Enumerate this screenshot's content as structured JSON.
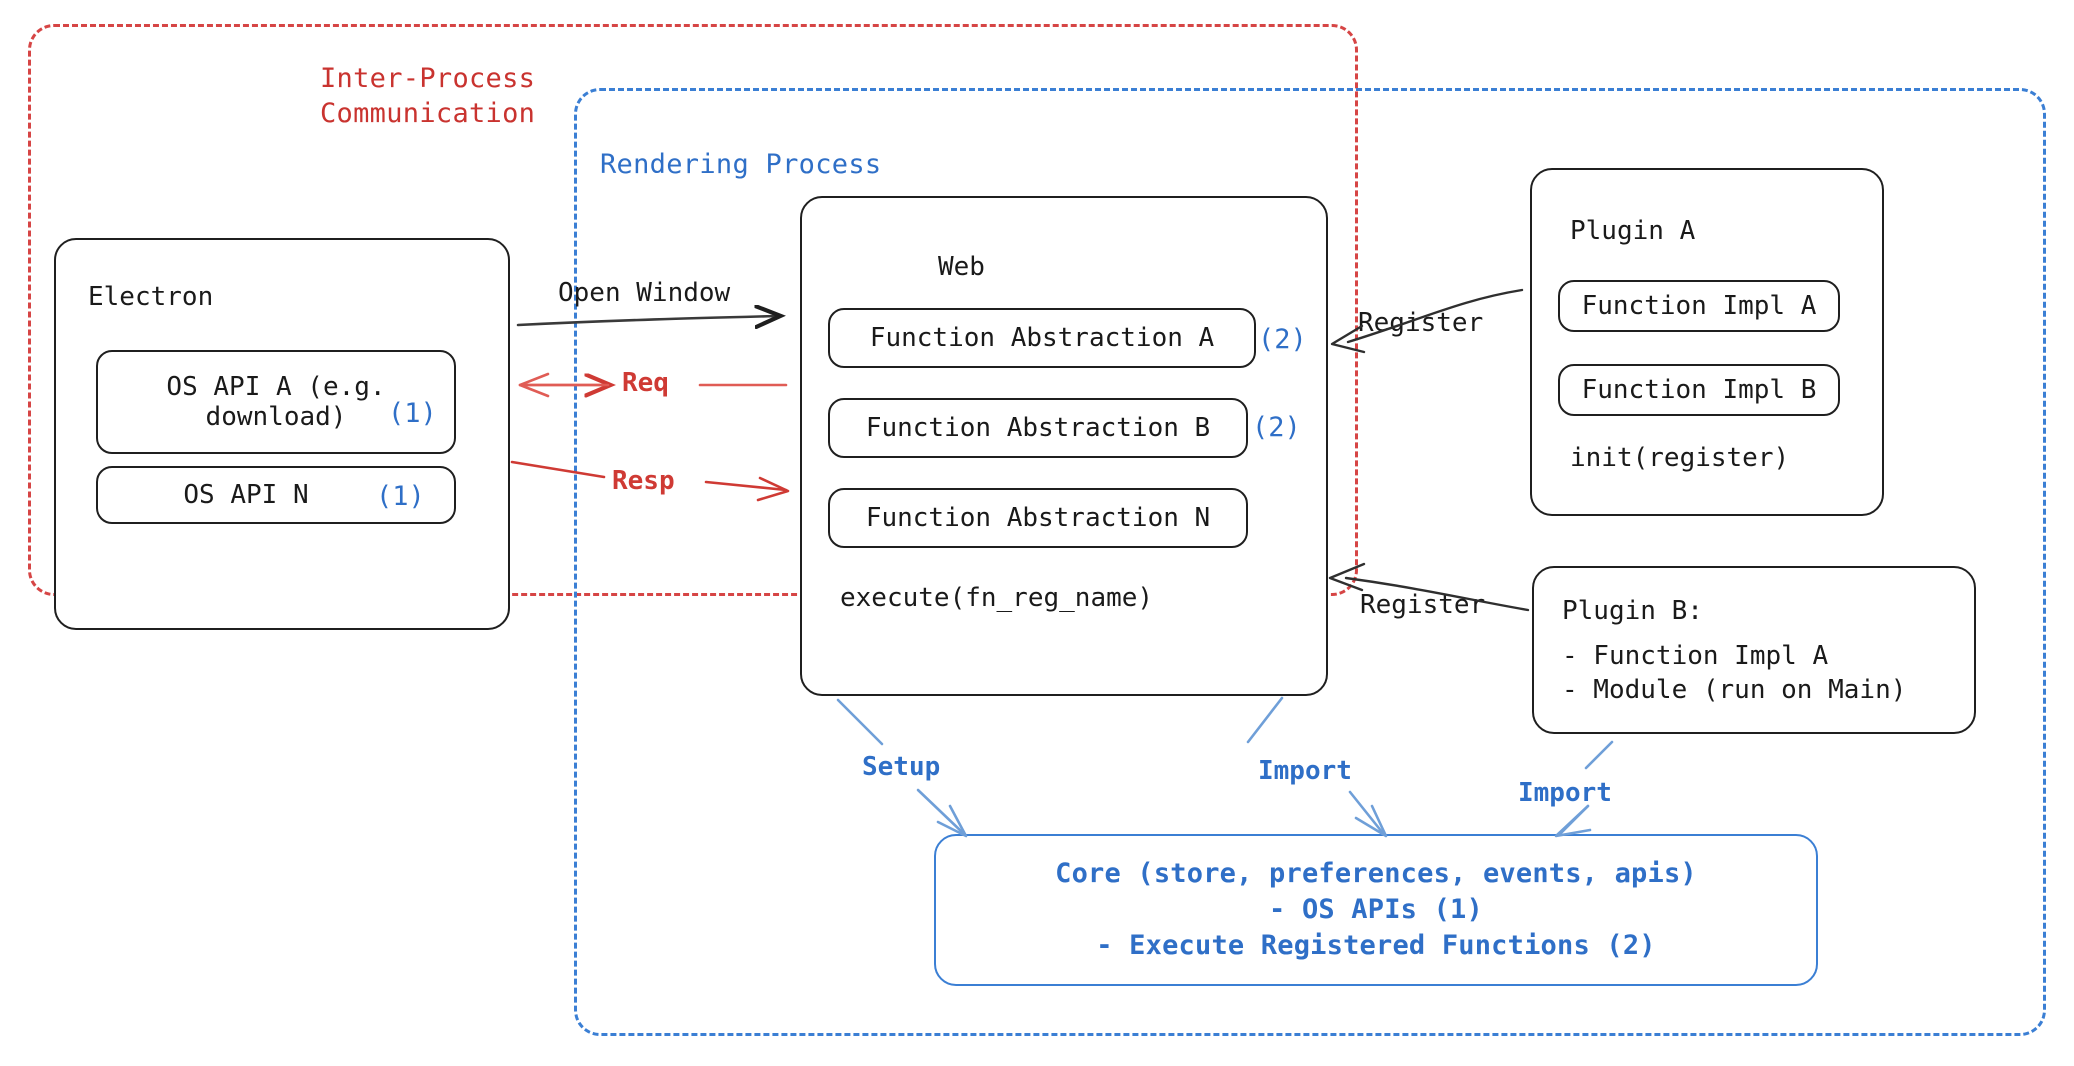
{
  "diagram": {
    "title": "Electron plugin architecture",
    "background": "#ffffff",
    "colors": {
      "ipc_red": "#d64545",
      "render_blue": "#3b7fd4",
      "marker_blue": "#2f6fc7",
      "stroke_black": "#1f1f1f",
      "arrow_red": "#cf3a34"
    }
  },
  "regions": {
    "ipc": {
      "label": "Inter-Process\nCommunication",
      "color": "#c9332f",
      "style": "dashed"
    },
    "rendering": {
      "label": "Rendering Process",
      "color": "#2f6fc7",
      "style": "dashed"
    }
  },
  "electron": {
    "title": "Electron",
    "apis": [
      {
        "label": "OS API A (e.g.\ndownload)",
        "marker": "(1)"
      },
      {
        "label": "OS API N",
        "marker": "(1)"
      }
    ]
  },
  "web": {
    "title": "Web",
    "abstractions": [
      {
        "label": "Function Abstraction A",
        "marker": "(2)"
      },
      {
        "label": "Function Abstraction B",
        "marker": "(2)"
      },
      {
        "label": "Function Abstraction N",
        "marker": ""
      }
    ],
    "footer": "execute(fn_reg_name)"
  },
  "plugin_a": {
    "title": "Plugin A",
    "impls": [
      {
        "label": "Function Impl A"
      },
      {
        "label": "Function Impl B"
      }
    ],
    "footer": "init(register)"
  },
  "plugin_b": {
    "title": "Plugin B:",
    "lines": "- Function Impl A\n- Module (run on Main)"
  },
  "core": {
    "lines": "Core (store, preferences, events, apis)\n- OS APIs (1)\n- Execute Registered Functions (2)",
    "color": "#2f6fc7"
  },
  "edges": {
    "open_window": {
      "label": "Open Window",
      "color": "black",
      "direction": "right"
    },
    "req": {
      "label": "Req",
      "color": "red",
      "direction": "left"
    },
    "resp": {
      "label": "Resp",
      "color": "red",
      "direction": "right"
    },
    "register_top": {
      "label": "Register",
      "color": "black",
      "direction": "left"
    },
    "register_bottom": {
      "label": "Register",
      "color": "black",
      "direction": "left"
    },
    "setup": {
      "label": "Setup",
      "color": "blue",
      "direction": "down"
    },
    "import_web": {
      "label": "Import",
      "color": "blue",
      "direction": "down"
    },
    "import_plugin_b": {
      "label": "Import",
      "color": "blue",
      "direction": "down"
    }
  }
}
